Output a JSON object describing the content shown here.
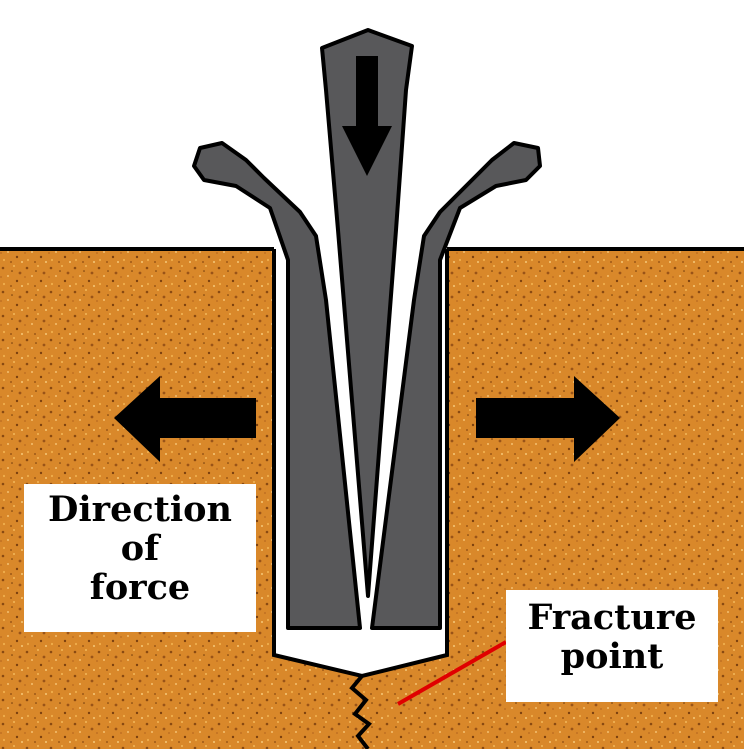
{
  "labels": {
    "direction_of_force": [
      "Direction",
      "of",
      "force"
    ],
    "fracture_point": [
      "Fracture",
      "point"
    ]
  },
  "colors": {
    "ground": "#d9882a",
    "ground_speckle_dark": "#8a4a12",
    "ground_speckle_light": "#f2b75a",
    "anchor": "#58585a",
    "outline": "#000000",
    "arrow": "#000000",
    "pointer_line": "#e00000",
    "background": "#ffffff"
  },
  "icons": {
    "anchor": "wedge-anchor-icon",
    "arrow_down": "arrow-down-icon",
    "arrow_left": "arrow-left-icon",
    "arrow_right": "arrow-right-icon"
  }
}
